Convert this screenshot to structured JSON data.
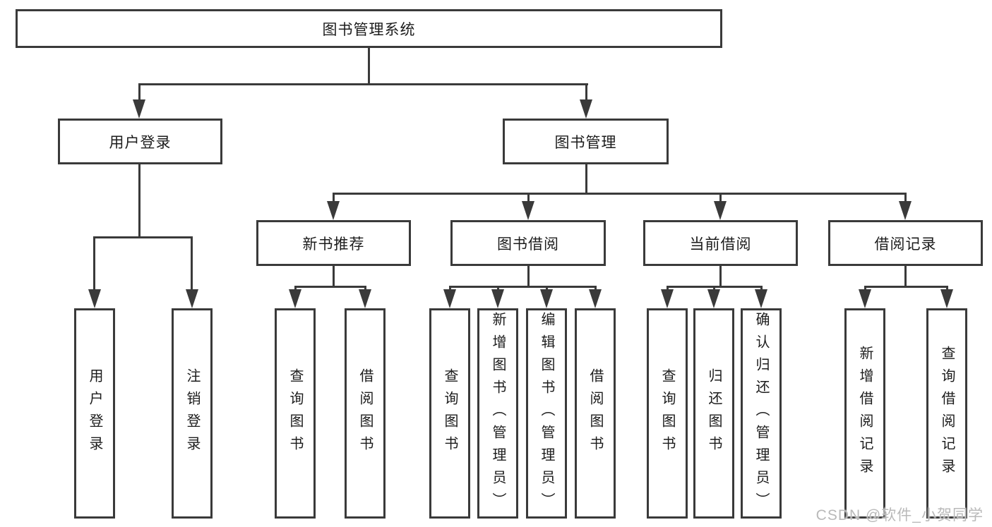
{
  "diagram": {
    "root": {
      "label": "图书管理系统"
    },
    "level2": [
      {
        "label": "用户登录"
      },
      {
        "label": "图书管理"
      }
    ],
    "level3": [
      {
        "label": "新书推荐"
      },
      {
        "label": "图书借阅"
      },
      {
        "label": "当前借阅"
      },
      {
        "label": "借阅记录"
      }
    ],
    "level4": [
      {
        "label": "用户登录"
      },
      {
        "label": "注销登录"
      },
      {
        "label": "查询图书"
      },
      {
        "label": "借阅图书"
      },
      {
        "label": "查询图书"
      },
      {
        "label": "新增图书（管理员）"
      },
      {
        "label": "编辑图书（管理员）"
      },
      {
        "label": "借阅图书"
      },
      {
        "label": "查询图书"
      },
      {
        "label": "归还图书"
      },
      {
        "label": "确认归还（管理员）"
      },
      {
        "label": "新增借阅记录"
      },
      {
        "label": "查询借阅记录"
      }
    ]
  },
  "watermark": {
    "text": "CSDN @软件_小贺同学"
  },
  "colors": {
    "line": "#3a3a3a",
    "box_border": "#3a3a3a",
    "text": "#1c1c1c",
    "watermark": "#b9b9b9",
    "background": "#ffffff"
  }
}
